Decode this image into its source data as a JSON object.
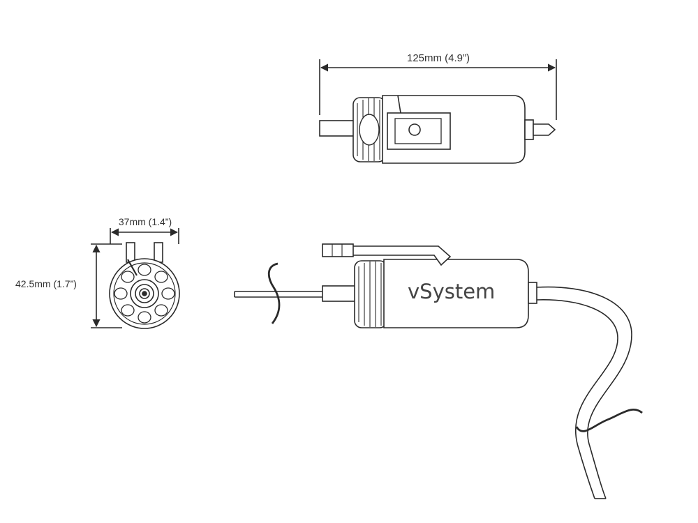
{
  "dimensions": {
    "length": "125mm (4.9”)",
    "width": "37mm (1.4”)",
    "height": "42.5mm (1.7”)"
  },
  "brand": "vSystem",
  "colors": {
    "line": "#2a2a2a",
    "fill": "#ffffff",
    "text": "#333333"
  },
  "icons": [
    "dimension-arrow-icon",
    "break-mark-icon"
  ]
}
